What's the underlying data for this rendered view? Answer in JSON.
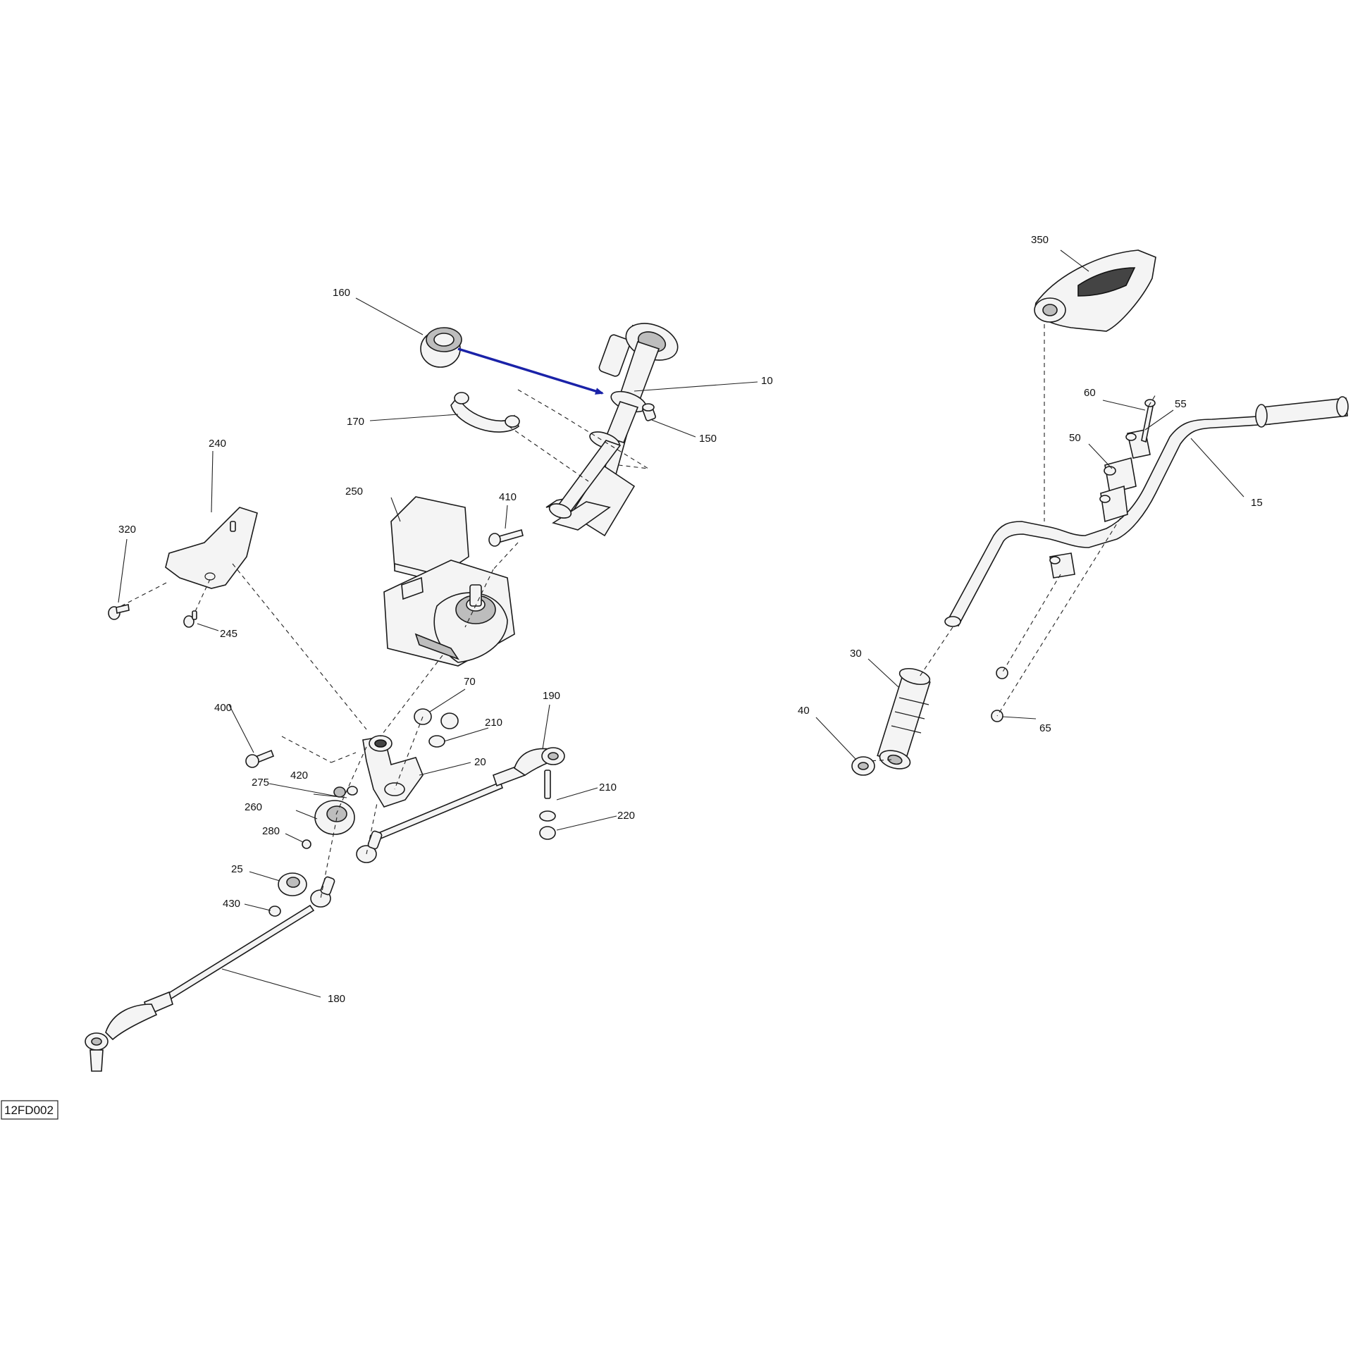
{
  "diagram": {
    "reference_code": "12FD002",
    "highlight_color": "#1a22a8",
    "callouts": [
      {
        "id": "10",
        "label": "10"
      },
      {
        "id": "15",
        "label": "15"
      },
      {
        "id": "20",
        "label": "20"
      },
      {
        "id": "25",
        "label": "25"
      },
      {
        "id": "30",
        "label": "30"
      },
      {
        "id": "40",
        "label": "40"
      },
      {
        "id": "50",
        "label": "50"
      },
      {
        "id": "55",
        "label": "55"
      },
      {
        "id": "60",
        "label": "60"
      },
      {
        "id": "65",
        "label": "65"
      },
      {
        "id": "70",
        "label": "70"
      },
      {
        "id": "150",
        "label": "150"
      },
      {
        "id": "160",
        "label": "160"
      },
      {
        "id": "170",
        "label": "170"
      },
      {
        "id": "180",
        "label": "180"
      },
      {
        "id": "190",
        "label": "190"
      },
      {
        "id": "210a",
        "label": "210"
      },
      {
        "id": "210b",
        "label": "210"
      },
      {
        "id": "220",
        "label": "220"
      },
      {
        "id": "240",
        "label": "240"
      },
      {
        "id": "245",
        "label": "245"
      },
      {
        "id": "250",
        "label": "250"
      },
      {
        "id": "260",
        "label": "260"
      },
      {
        "id": "275",
        "label": "275"
      },
      {
        "id": "280",
        "label": "280"
      },
      {
        "id": "320",
        "label": "320"
      },
      {
        "id": "350",
        "label": "350"
      },
      {
        "id": "400",
        "label": "400"
      },
      {
        "id": "410",
        "label": "410"
      },
      {
        "id": "420",
        "label": "420"
      },
      {
        "id": "430",
        "label": "430"
      }
    ]
  }
}
